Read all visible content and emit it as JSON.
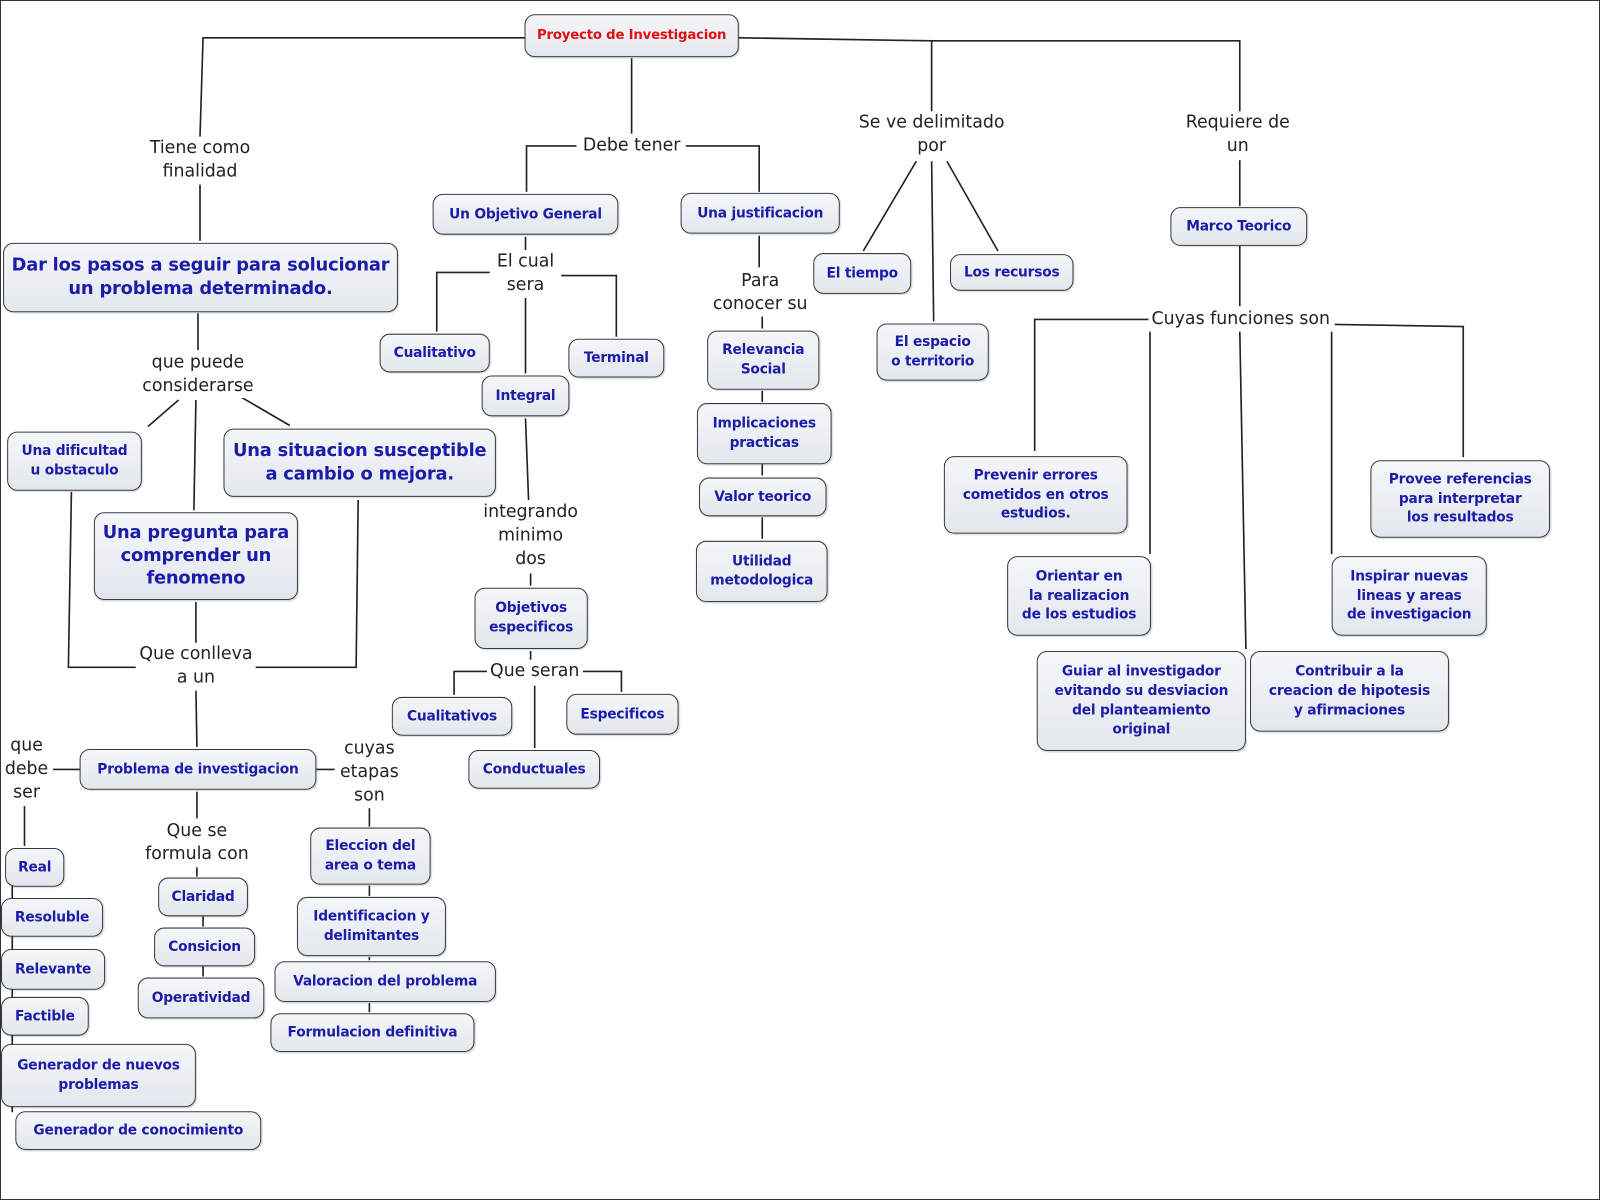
{
  "title": "Proyecto de Investigacion",
  "accent_colors": {
    "root_text": "#e01010",
    "node_text": "#1c1ca8",
    "line": "#222222"
  },
  "nodes": {
    "root": "Proyecto de Investigacion",
    "objetivo_general": "Un Objetivo General",
    "justificacion": "Una justificacion",
    "tiempo": "El tiempo",
    "recursos": "Los recursos",
    "espacio": "El espacio\no territorio",
    "marco_teorico": "Marco Teorico",
    "dar_pasos": "Dar los pasos a seguir para solucionar\nun problema determinado.",
    "cualitativo": "Cualitativo",
    "terminal": "Terminal",
    "integral": "Integral",
    "relevancia_social": "Relevancia\nSocial",
    "implicaciones": "Implicaciones\npracticas",
    "valor_teorico": "Valor teorico",
    "utilidad": "Utilidad\nmetodologica",
    "dificultad": "Una dificultad\nu obstaculo",
    "situacion": "Una situacion susceptible\na cambio o mejora.",
    "pregunta": "Una pregunta para\ncomprender un\nfenomeno",
    "objetivos_especificos": "Objetivos\nespecificos",
    "cualitativos": "Cualitativos",
    "especificos": "Especificos",
    "conductuales": "Conductuales",
    "prevenir": "Prevenir errores\ncometidos en otros\nestudios.",
    "provee": "Provee referencias\npara interpretar\nlos resultados",
    "orientar": "Orientar en\nla realizacion\nde los estudios",
    "inspirar": "Inspirar nuevas\nlineas y areas\nde investigacion",
    "guiar": "Guiar al investigador\nevitando su desviacion\ndel planteamiento\noriginal",
    "contribuir": "Contribuir a la\ncreacion de hipotesis\ny afirmaciones",
    "problema": "Problema de investigacion",
    "real": "Real",
    "resoluble": "Resoluble",
    "relevante": "Relevante",
    "factible": "Factible",
    "generador_problemas": "Generador de nuevos\nproblemas",
    "generador_conocimiento": "Generador de conocimiento",
    "claridad": "Claridad",
    "consicion": "Consicion",
    "operatividad": "Operatividad",
    "eleccion": "Eleccion del\narea o tema",
    "identificacion": "Identificacion y\ndelimitantes",
    "valoracion": "Valoracion del problema",
    "formulacion": "Formulacion definitiva"
  },
  "link_labels": {
    "tiene_como": "Tiene como\nfinalidad",
    "debe_tener": "Debe tener",
    "delimitado": "Se ve delimitado\npor",
    "requiere": "Requiere de\nun",
    "el_cual": "El cual\nsera",
    "para_conocer": "Para\nconocer su",
    "que_puede": "que puede\nconsiderarse",
    "cuyas_funciones": "Cuyas funciones son",
    "integrando": "integrando\nminimo\ndos",
    "conlleva": "Que conlleva\na un",
    "que_seran": "Que seran",
    "que_debe": "que\ndebe\nser",
    "cuyas_etapas": "cuyas\netapas\nson",
    "formula": "Que se\nformula con"
  }
}
